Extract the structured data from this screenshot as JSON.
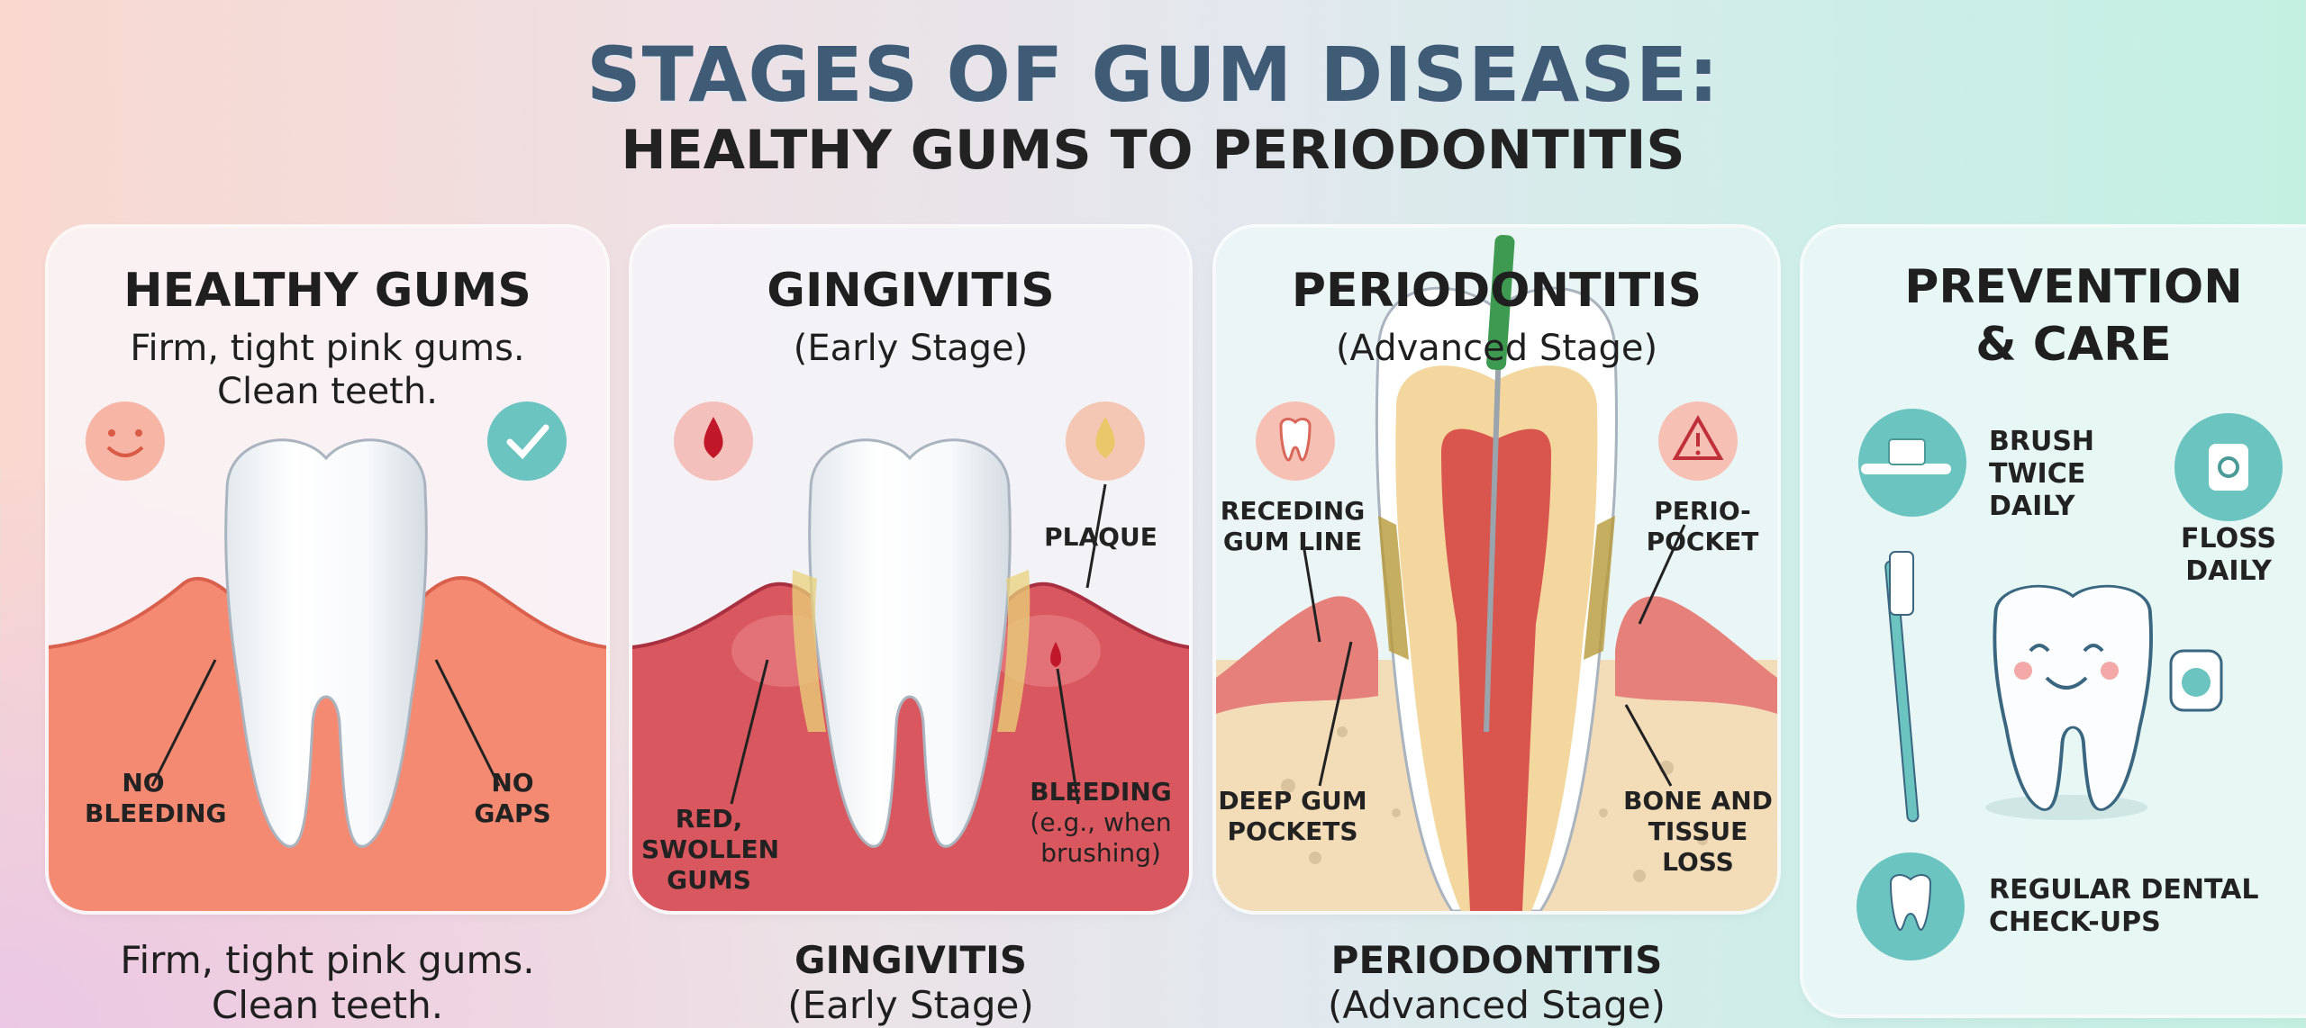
{
  "title": "STAGES OF GUM DISEASE:",
  "subtitle": "HEALTHY GUMS TO PERIODONTITIS",
  "colors": {
    "title": "#3f5b75",
    "healthy_gum": "#f58a72",
    "gingivitis_gum": "#d9575e",
    "perio_bone": "#f3dcb8",
    "teal": "#6cc4c0"
  },
  "cards": [
    {
      "title": "HEALTHY GUMS",
      "subtitle_lines": [
        "Firm, tight pink gums.",
        "Clean teeth."
      ],
      "icons": [
        "smiley-icon",
        "checkmark-icon"
      ],
      "labels": [
        "NO",
        "BLEEDING",
        "NO",
        "GAPS"
      ],
      "caption": [
        "Firm, tight pink gums.",
        "Clean teeth."
      ]
    },
    {
      "title": "GINGIVITIS",
      "subtitle": "(Early Stage)",
      "icons": [
        "blood-drop-icon",
        "plaque-drop-icon"
      ],
      "labels": {
        "plaque": "PLAQUE",
        "red": [
          "RED,",
          "SWOLLEN",
          "GUMS"
        ],
        "bleeding": [
          "BLEEDING",
          "(e.g., when",
          "brushing)"
        ]
      },
      "caption": [
        "GINGIVITIS",
        "(Early Stage)"
      ]
    },
    {
      "title": "PERIODONTITIS",
      "subtitle": "(Advanced Stage)",
      "icons": [
        "tooth-icon",
        "warning-icon"
      ],
      "labels": {
        "receding": [
          "RECEDING",
          "GUM LINE"
        ],
        "pocket": [
          "PERIO-",
          "POCKET"
        ],
        "deep": [
          "DEEP GUM",
          "POCKETS"
        ],
        "bone": [
          "BONE AND",
          "TISSUE",
          "LOSS"
        ]
      },
      "caption": [
        "PERIODONTITIS",
        "(Advanced Stage)"
      ]
    },
    {
      "title_lines": [
        "PREVENTION",
        "& CARE"
      ],
      "items": [
        {
          "icon": "toothbrush-icon",
          "lines": [
            "BRUSH",
            "TWICE",
            "DAILY"
          ]
        },
        {
          "icon": "floss-icon",
          "lines": [
            "FLOSS",
            "DAILY"
          ]
        },
        {
          "icon": "tooth-checkup-icon",
          "lines": [
            "REGULAR DENTAL",
            "CHECK-UPS"
          ]
        }
      ]
    }
  ]
}
